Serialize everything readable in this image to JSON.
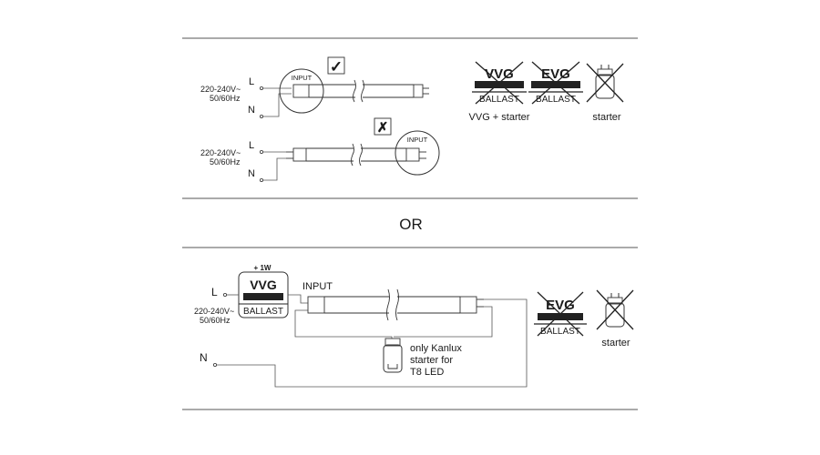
{
  "divider_word": "OR",
  "top": {
    "diagram_1": {
      "voltage": "220-240V~",
      "frequency": "50/60Hz",
      "line_label": "L",
      "neutral_label": "N",
      "input_label": "INPUT",
      "check_mark": "✓"
    },
    "diagram_2": {
      "voltage": "220-240V~",
      "frequency": "50/60Hz",
      "line_label": "L",
      "neutral_label": "N",
      "input_label": "INPUT",
      "cross_mark": "✗"
    },
    "not_required": {
      "vvg_title": "VVG",
      "evg_title": "EVG",
      "ballast_word": "BALLAST",
      "vvg_caption": "VVG + starter",
      "starter_caption": "starter"
    }
  },
  "bottom": {
    "voltage": "220-240V~",
    "frequency": "50/60Hz",
    "line_label": "L",
    "neutral_label": "N",
    "power_note": "+ 1W",
    "vvg_title": "VVG",
    "ballast_word": "BALLAST",
    "input_label": "INPUT",
    "starter_note_lines": [
      "only Kanlux",
      "starter for",
      "T8 LED"
    ],
    "evg_title": "EVG",
    "evg_ballast_word": "BALLAST",
    "starter_caption": "starter"
  }
}
